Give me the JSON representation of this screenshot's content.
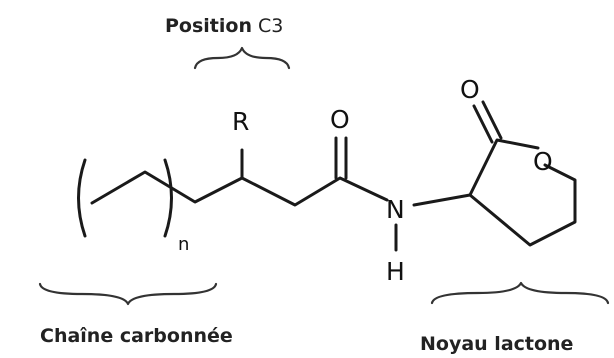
{
  "labels": {
    "top_label_bold": "Position",
    "top_label_normal": " C3",
    "bottom_left": "Chaîne carbonnée",
    "bottom_right": "Noyau lactone"
  },
  "atoms": {
    "r_group": "R",
    "carbonyl_oxygen": "O",
    "nitrogen": "N",
    "hydrogen": "H",
    "lactone_carbonyl_oxygen": "O",
    "ring_oxygen": "O",
    "repeat_subscript": "n"
  },
  "colors": {
    "ink": "#1a1a1a",
    "brace": "#333333",
    "background": "#ffffff"
  }
}
